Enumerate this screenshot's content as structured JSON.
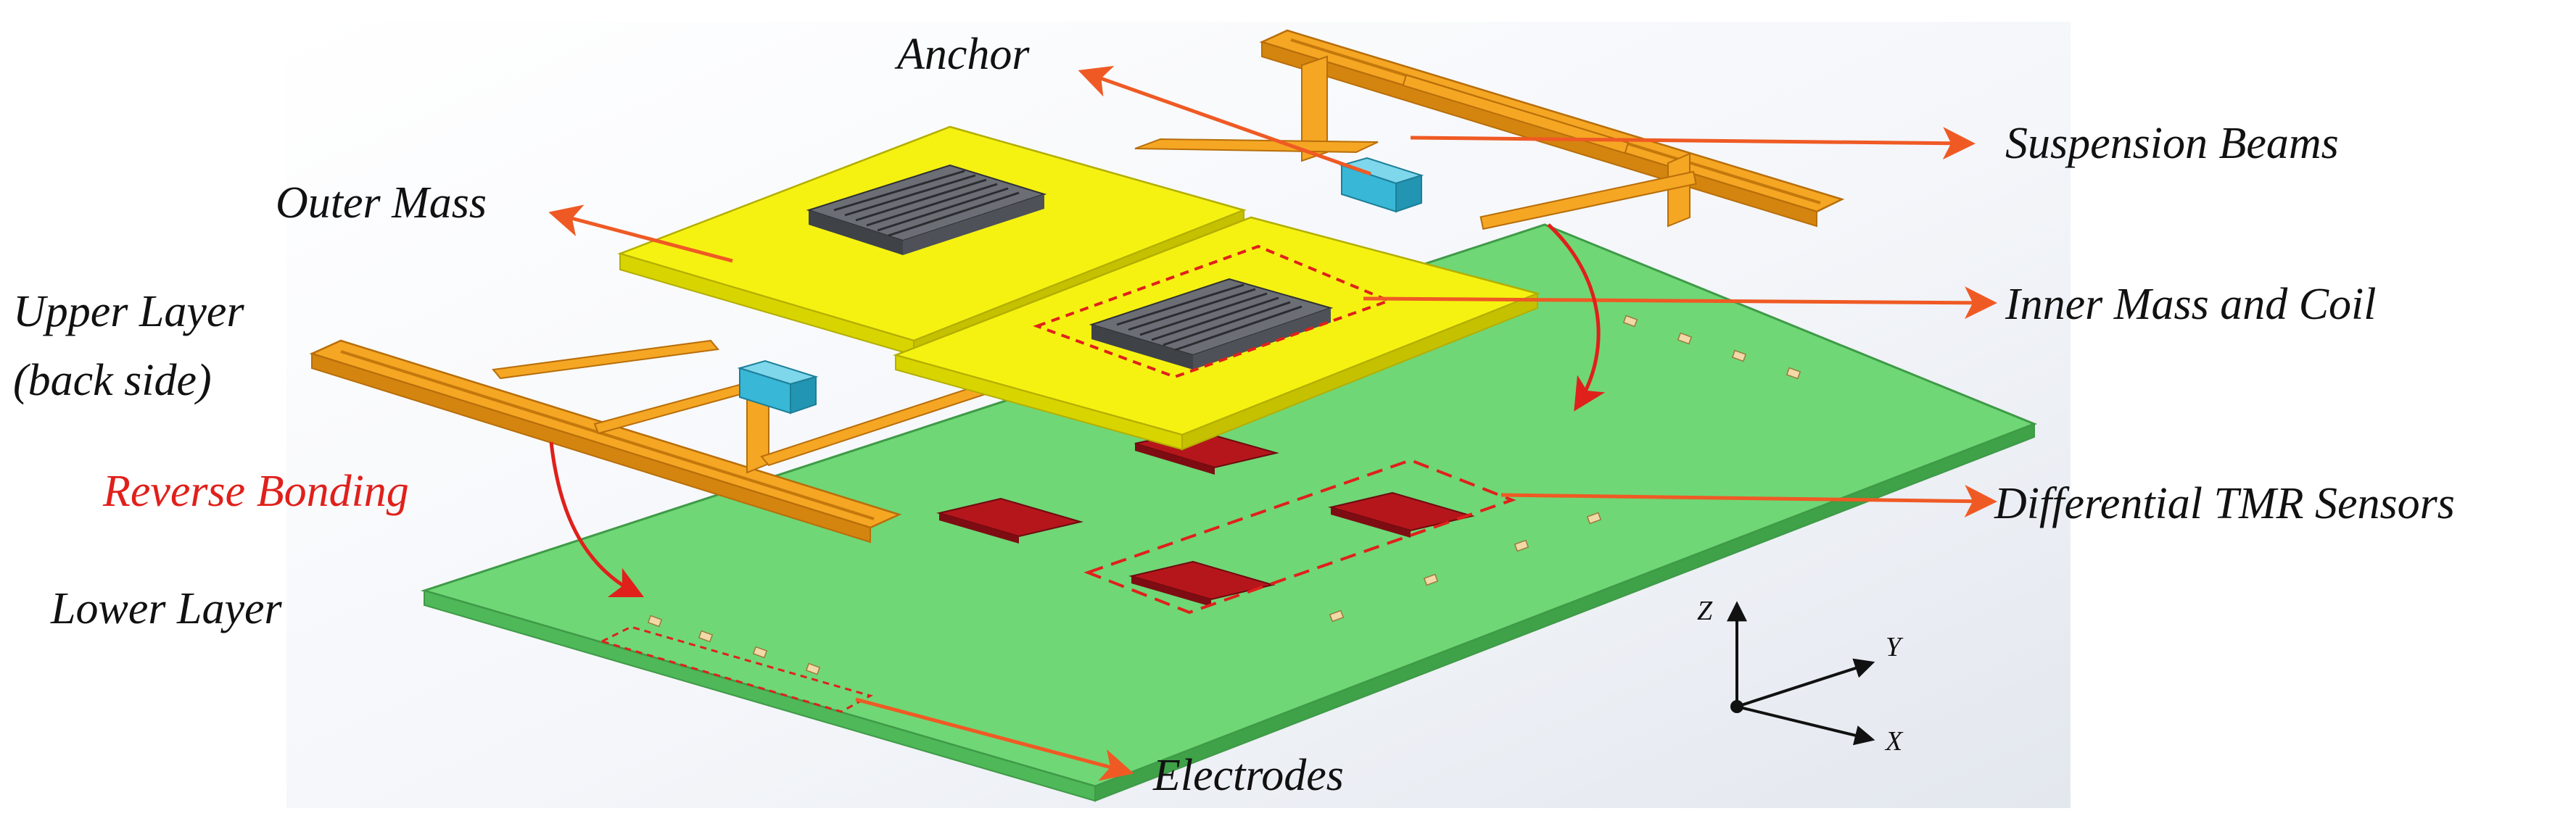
{
  "labels": {
    "anchor": "Anchor",
    "suspension_beams": "Suspension Beams",
    "outer_mass": "Outer Mass",
    "inner_mass_coil": "Inner Mass and Coil",
    "upper_layer_line1": "Upper Layer",
    "upper_layer_line2": "(back side)",
    "reverse_bonding": "Reverse Bonding",
    "differential_tmr": "Differential TMR Sensors",
    "lower_layer": "Lower Layer",
    "electrodes": "Electrodes"
  },
  "axes": {
    "z": "Z",
    "y": "Y",
    "x": "X"
  },
  "colors": {
    "pcb_green": "#6cd473",
    "pcb_edge": "#3f9a47",
    "mass_yellow": "#f2ef12",
    "mass_edge": "#b3ae00",
    "beam_orange": "#f2a020",
    "beam_edge": "#b86e0a",
    "anchor_blue": "#38b7d6",
    "tmr_red": "#b0161b",
    "arrow_orange": "#ef5a24",
    "bond_red": "#e0201b",
    "coil_gray": "#5a5d62"
  }
}
